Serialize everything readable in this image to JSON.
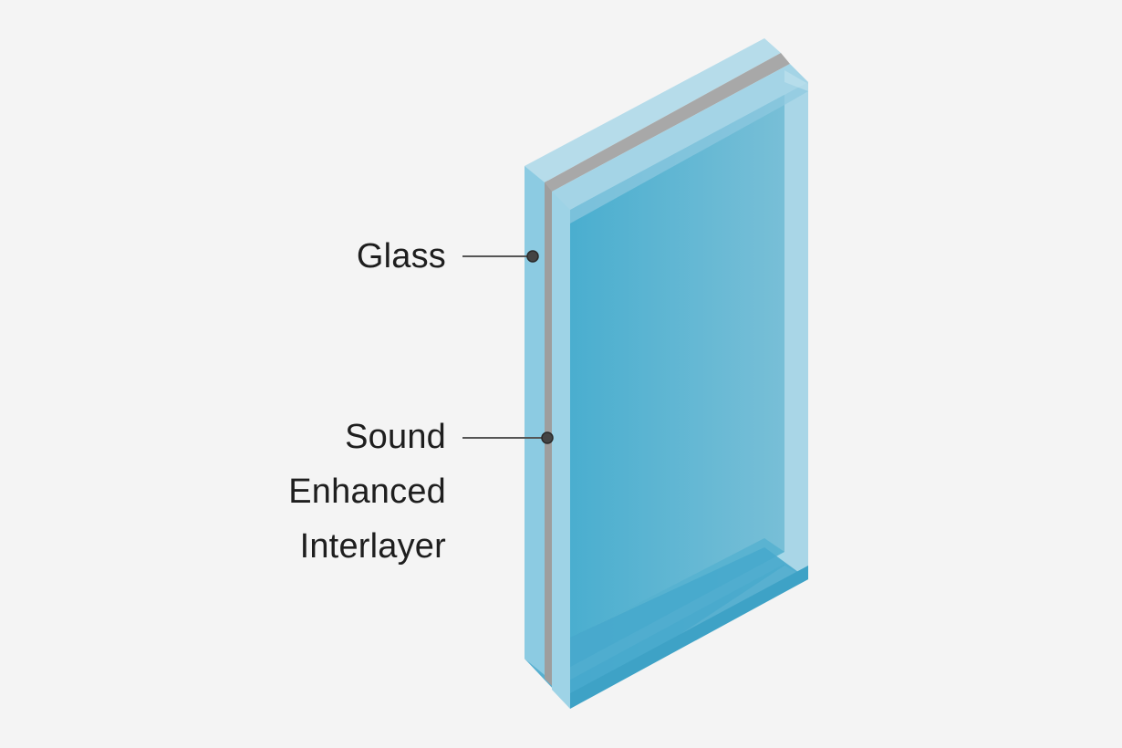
{
  "diagram": {
    "title": "Laminated glass with sound enhanced interlayer",
    "callouts": [
      {
        "id": "glass",
        "lines": [
          "Glass"
        ]
      },
      {
        "id": "interlayer",
        "lines": [
          "Sound",
          "Enhanced",
          "Interlayer"
        ]
      }
    ],
    "colors": {
      "background": "#f4f4f4",
      "glass_face": "#5db6d3",
      "glass_edge": "#9fd3e6",
      "glass_top": "#b4dcea",
      "interlayer": "#a5a5a5",
      "leader_line": "#555555",
      "leader_dot": "#3a3a3a",
      "text": "#1e1e1e"
    }
  }
}
